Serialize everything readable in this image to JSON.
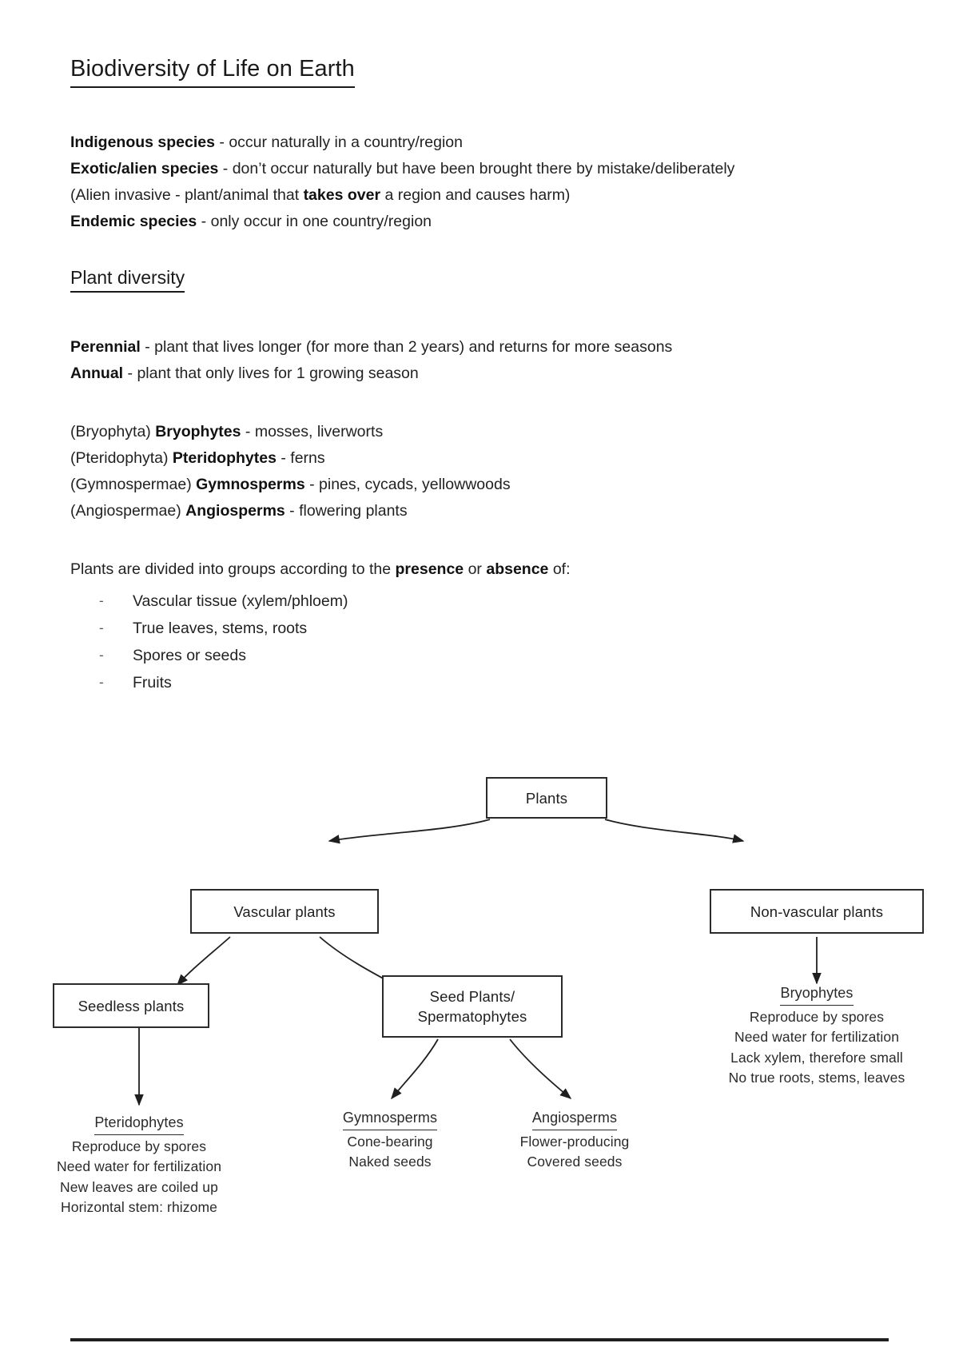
{
  "document": {
    "title": "Biodiversity of Life on Earth",
    "section_heading": "Plant diversity"
  },
  "definitions": [
    {
      "term": "Indigenous species",
      "sep": " - ",
      "definition": "occur naturally in a country/region"
    },
    {
      "term": "Exotic/alien species",
      "sep": " - ",
      "definition": "don’t occur naturally but have been brought there by mistake/deliberately"
    },
    {
      "term": "",
      "sep": "",
      "definition": "(Alien invasive - plant/animal that takes over a region and causes harm)",
      "inline_bold": "takes over"
    },
    {
      "term": "Endemic species",
      "sep": " - ",
      "definition": "only occur in one country/region"
    }
  ],
  "alien_invasive_line": {
    "prefix": "(Alien invasive - plant/animal that ",
    "bold": "takes over",
    "suffix": " a region and causes harm)"
  },
  "life_cycle_terms": [
    {
      "term": "Perennial",
      "sep": " - ",
      "definition": "plant that lives longer (for more than 2 years) and returns for more seasons"
    },
    {
      "term": "Annual",
      "sep": " - ",
      "definition": "plant that only lives for 1 growing season"
    }
  ],
  "plant_groups": [
    {
      "latin": "(Bryophyta) ",
      "name": "Bryophytes",
      "sep": " - ",
      "examples": "mosses, liverworts"
    },
    {
      "latin": "(Pteridophyta) ",
      "name": "Pteridophytes",
      "sep": " - ",
      "examples": "ferns"
    },
    {
      "latin": "(Gymnospermae) ",
      "name": "Gymnosperms",
      "sep": " - ",
      "examples": "pines, cycads, yellowwoods"
    },
    {
      "latin": "(Angiospermae) ",
      "name": "Angiosperms",
      "sep": " - ",
      "examples": "flowering plants"
    }
  ],
  "division_criteria": {
    "intro_prefix": "Plants are divided into groups according to the ",
    "intro_bold_1": "presence",
    "intro_middle": " or ",
    "intro_bold_2": "absence",
    "intro_suffix": " of:",
    "bullet_marker": "-",
    "items": [
      "Vascular tissue (xylem/phloem)",
      "True leaves, stems, roots",
      "Spores or seeds",
      "Fruits"
    ]
  },
  "flowchart": {
    "type": "tree-diagram",
    "nodes": {
      "root": "Plants",
      "vascular": "Vascular plants",
      "non_vascular": "Non-vascular plants",
      "seedless": "Seedless plants",
      "seed_plants_line1": "Seed Plants/",
      "seed_plants_line2": "Spermatophytes"
    },
    "leaves": {
      "pteridophytes": {
        "title": "Pteridophytes",
        "lines": [
          "Reproduce by spores",
          "Need water for fertilization",
          "New leaves are coiled up",
          "Horizontal stem: rhizome"
        ]
      },
      "gymnosperms": {
        "title": "Gymnosperms",
        "lines": [
          "Cone-bearing",
          "Naked seeds"
        ]
      },
      "angiosperms": {
        "title": "Angiosperms",
        "lines": [
          "Flower-producing",
          "Covered seeds"
        ]
      },
      "bryophytes": {
        "title": "Bryophytes",
        "lines": [
          "Reproduce by spores",
          "Need water for fertilization",
          "Lack xylem, therefore small",
          "No true roots, stems, leaves"
        ]
      }
    }
  },
  "colors": {
    "page_background": "#ffffff",
    "text": "#222222",
    "node_border": "#2b2b2b",
    "rule": "#1f1f1f"
  }
}
